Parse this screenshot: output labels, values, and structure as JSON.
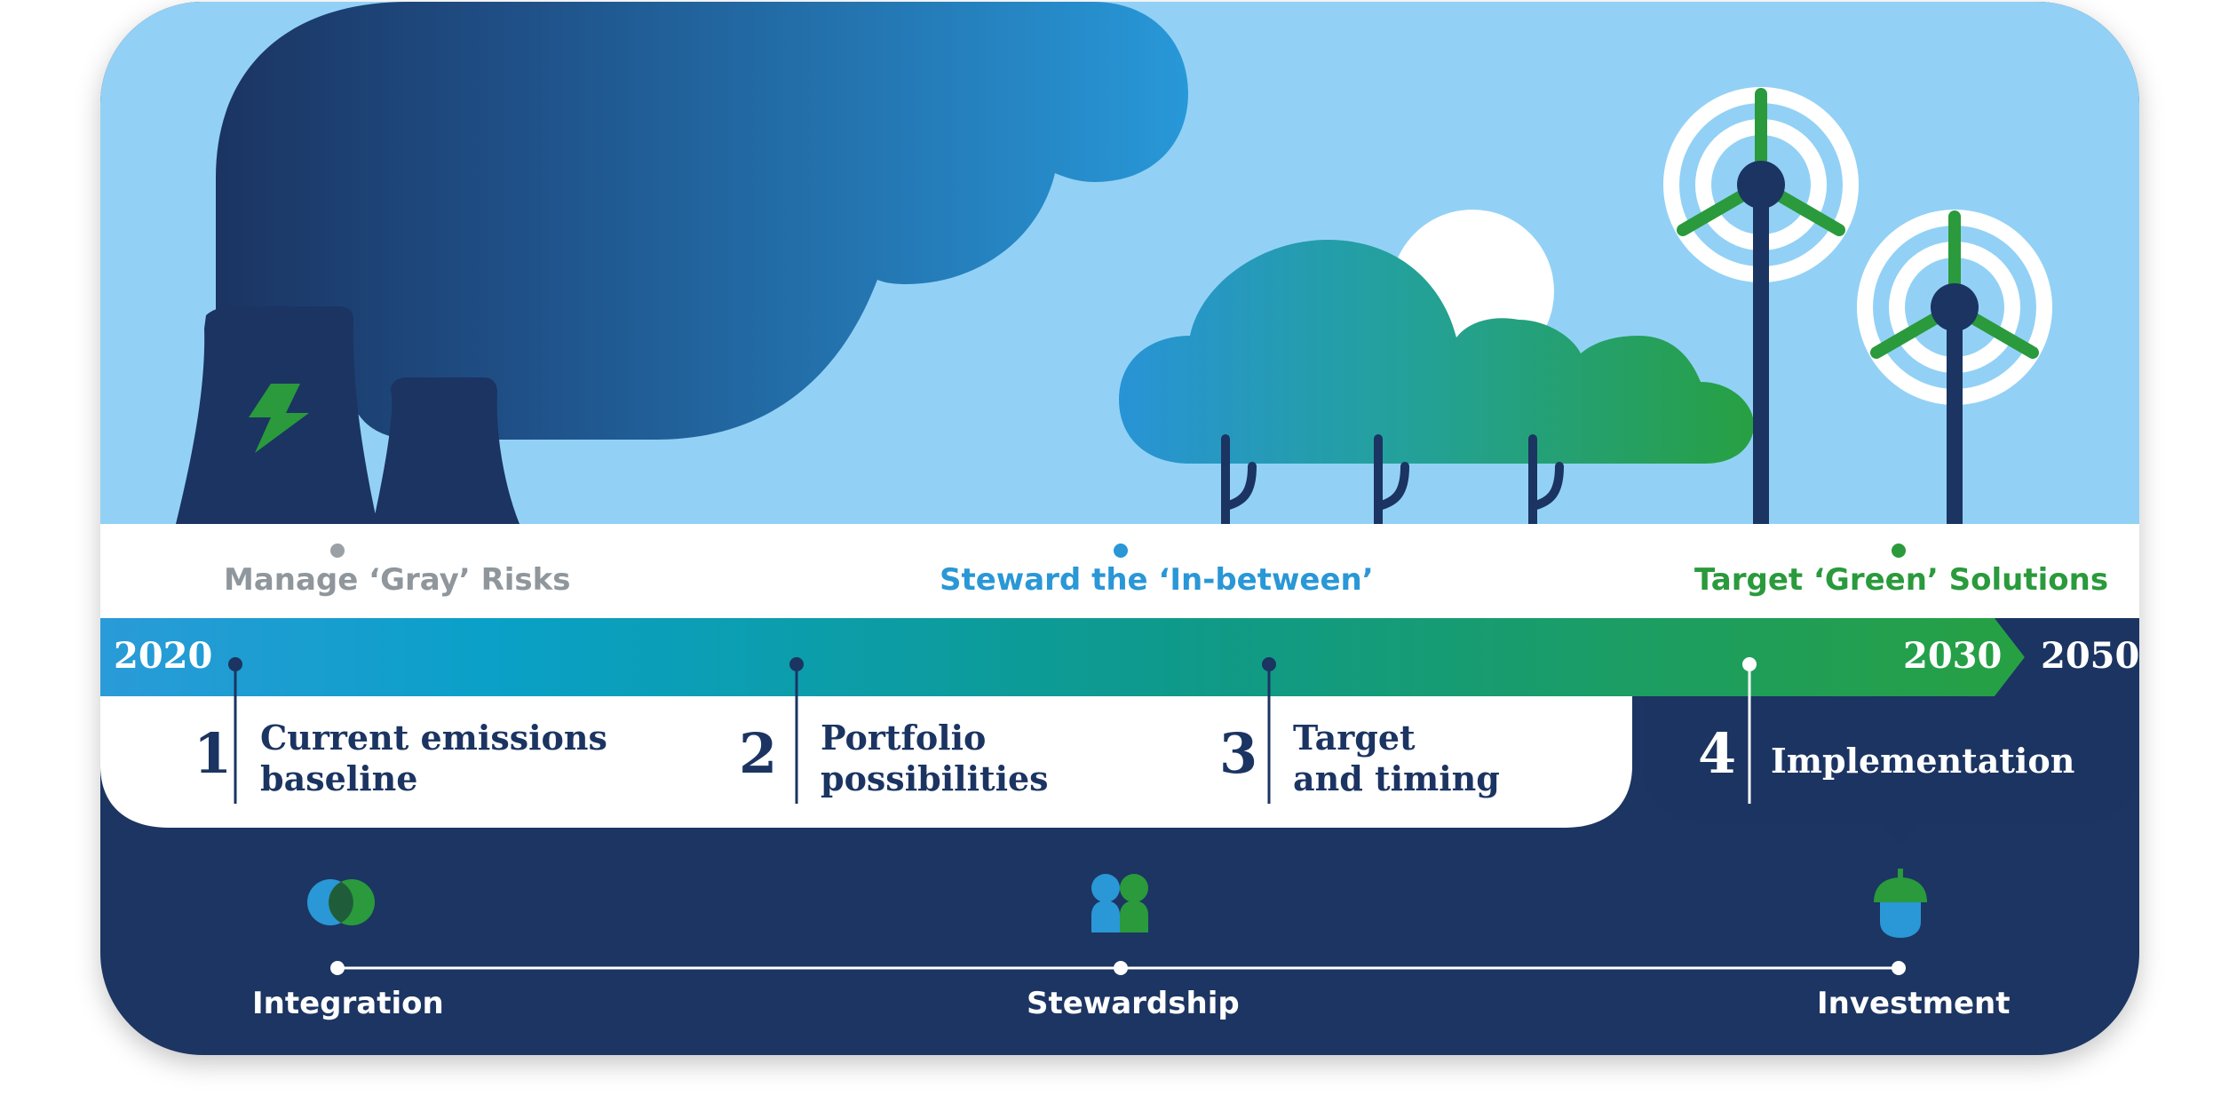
{
  "phases": [
    {
      "label": "Manage ‘Gray’ Risks",
      "color": "#8f969c"
    },
    {
      "label": "Steward the ‘In-between’",
      "color": "#2a97d6"
    },
    {
      "label": "Target ‘Green’ Solutions",
      "color": "#2a9a3c"
    }
  ],
  "timeline": {
    "start_year": "2020",
    "mid_year": "2030",
    "end_year": "2050"
  },
  "steps": [
    {
      "number": "1",
      "title": "Current emissions\nbaseline"
    },
    {
      "number": "2",
      "title": "Portfolio\npossibilities"
    },
    {
      "number": "3",
      "title": "Target\nand timing"
    },
    {
      "number": "4",
      "title": "Implementation"
    }
  ],
  "pillars": [
    {
      "label": "Integration",
      "icon": "overlapping-circles-icon"
    },
    {
      "label": "Stewardship",
      "icon": "people-icon"
    },
    {
      "label": "Investment",
      "icon": "acorn-icon"
    }
  ],
  "colors": {
    "navy": "#1b3462",
    "sky": "#92d1f5",
    "blue": "#2a97d6",
    "green": "#2a9a3c",
    "gray": "#8f969c"
  }
}
